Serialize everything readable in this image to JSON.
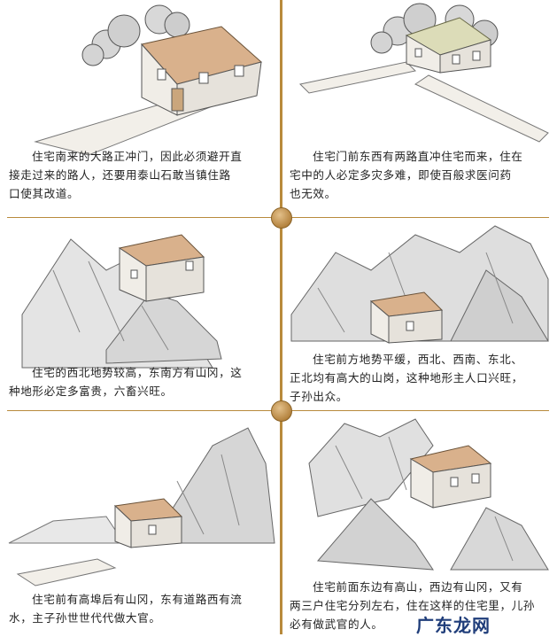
{
  "panels": [
    {
      "id": "p1",
      "lines": [
        "住宅南来的大路正冲门，因此必须避开直",
        "接走过来的路人，还要用泰山石敢当镇住路",
        "口使其改道。"
      ]
    },
    {
      "id": "p2",
      "lines": [
        "住宅门前东西有两路直冲住宅而来，住在",
        "宅中的人必定多灾多难，即使百般求医问药",
        "也无效。"
      ]
    },
    {
      "id": "p3",
      "lines": [
        "住宅的西北地势较高，东南方有山冈，这",
        "种地形必定多富贵，六畜兴旺。"
      ]
    },
    {
      "id": "p4",
      "lines": [
        "住宅前方地势平缓，西北、西南、东北、",
        "正北均有高大的山岗，这种地形主人口兴旺，",
        "子孙出众。"
      ]
    },
    {
      "id": "p5",
      "lines": [
        "住宅前有高埠后有山冈，东有道路西有流",
        "水，主子孙世世代代做大官。"
      ]
    },
    {
      "id": "p6",
      "lines": [
        "住宅前面东边有高山，西边有山冈，又有",
        "两三户住宅分列左右，住在这样的住宅里，儿孙",
        "必有做武官的人。"
      ]
    }
  ],
  "watermark": "广东龙网",
  "colors": {
    "divider": "#b88a3c",
    "roof": "#d9b18c",
    "wall": "#eeeae4"
  }
}
